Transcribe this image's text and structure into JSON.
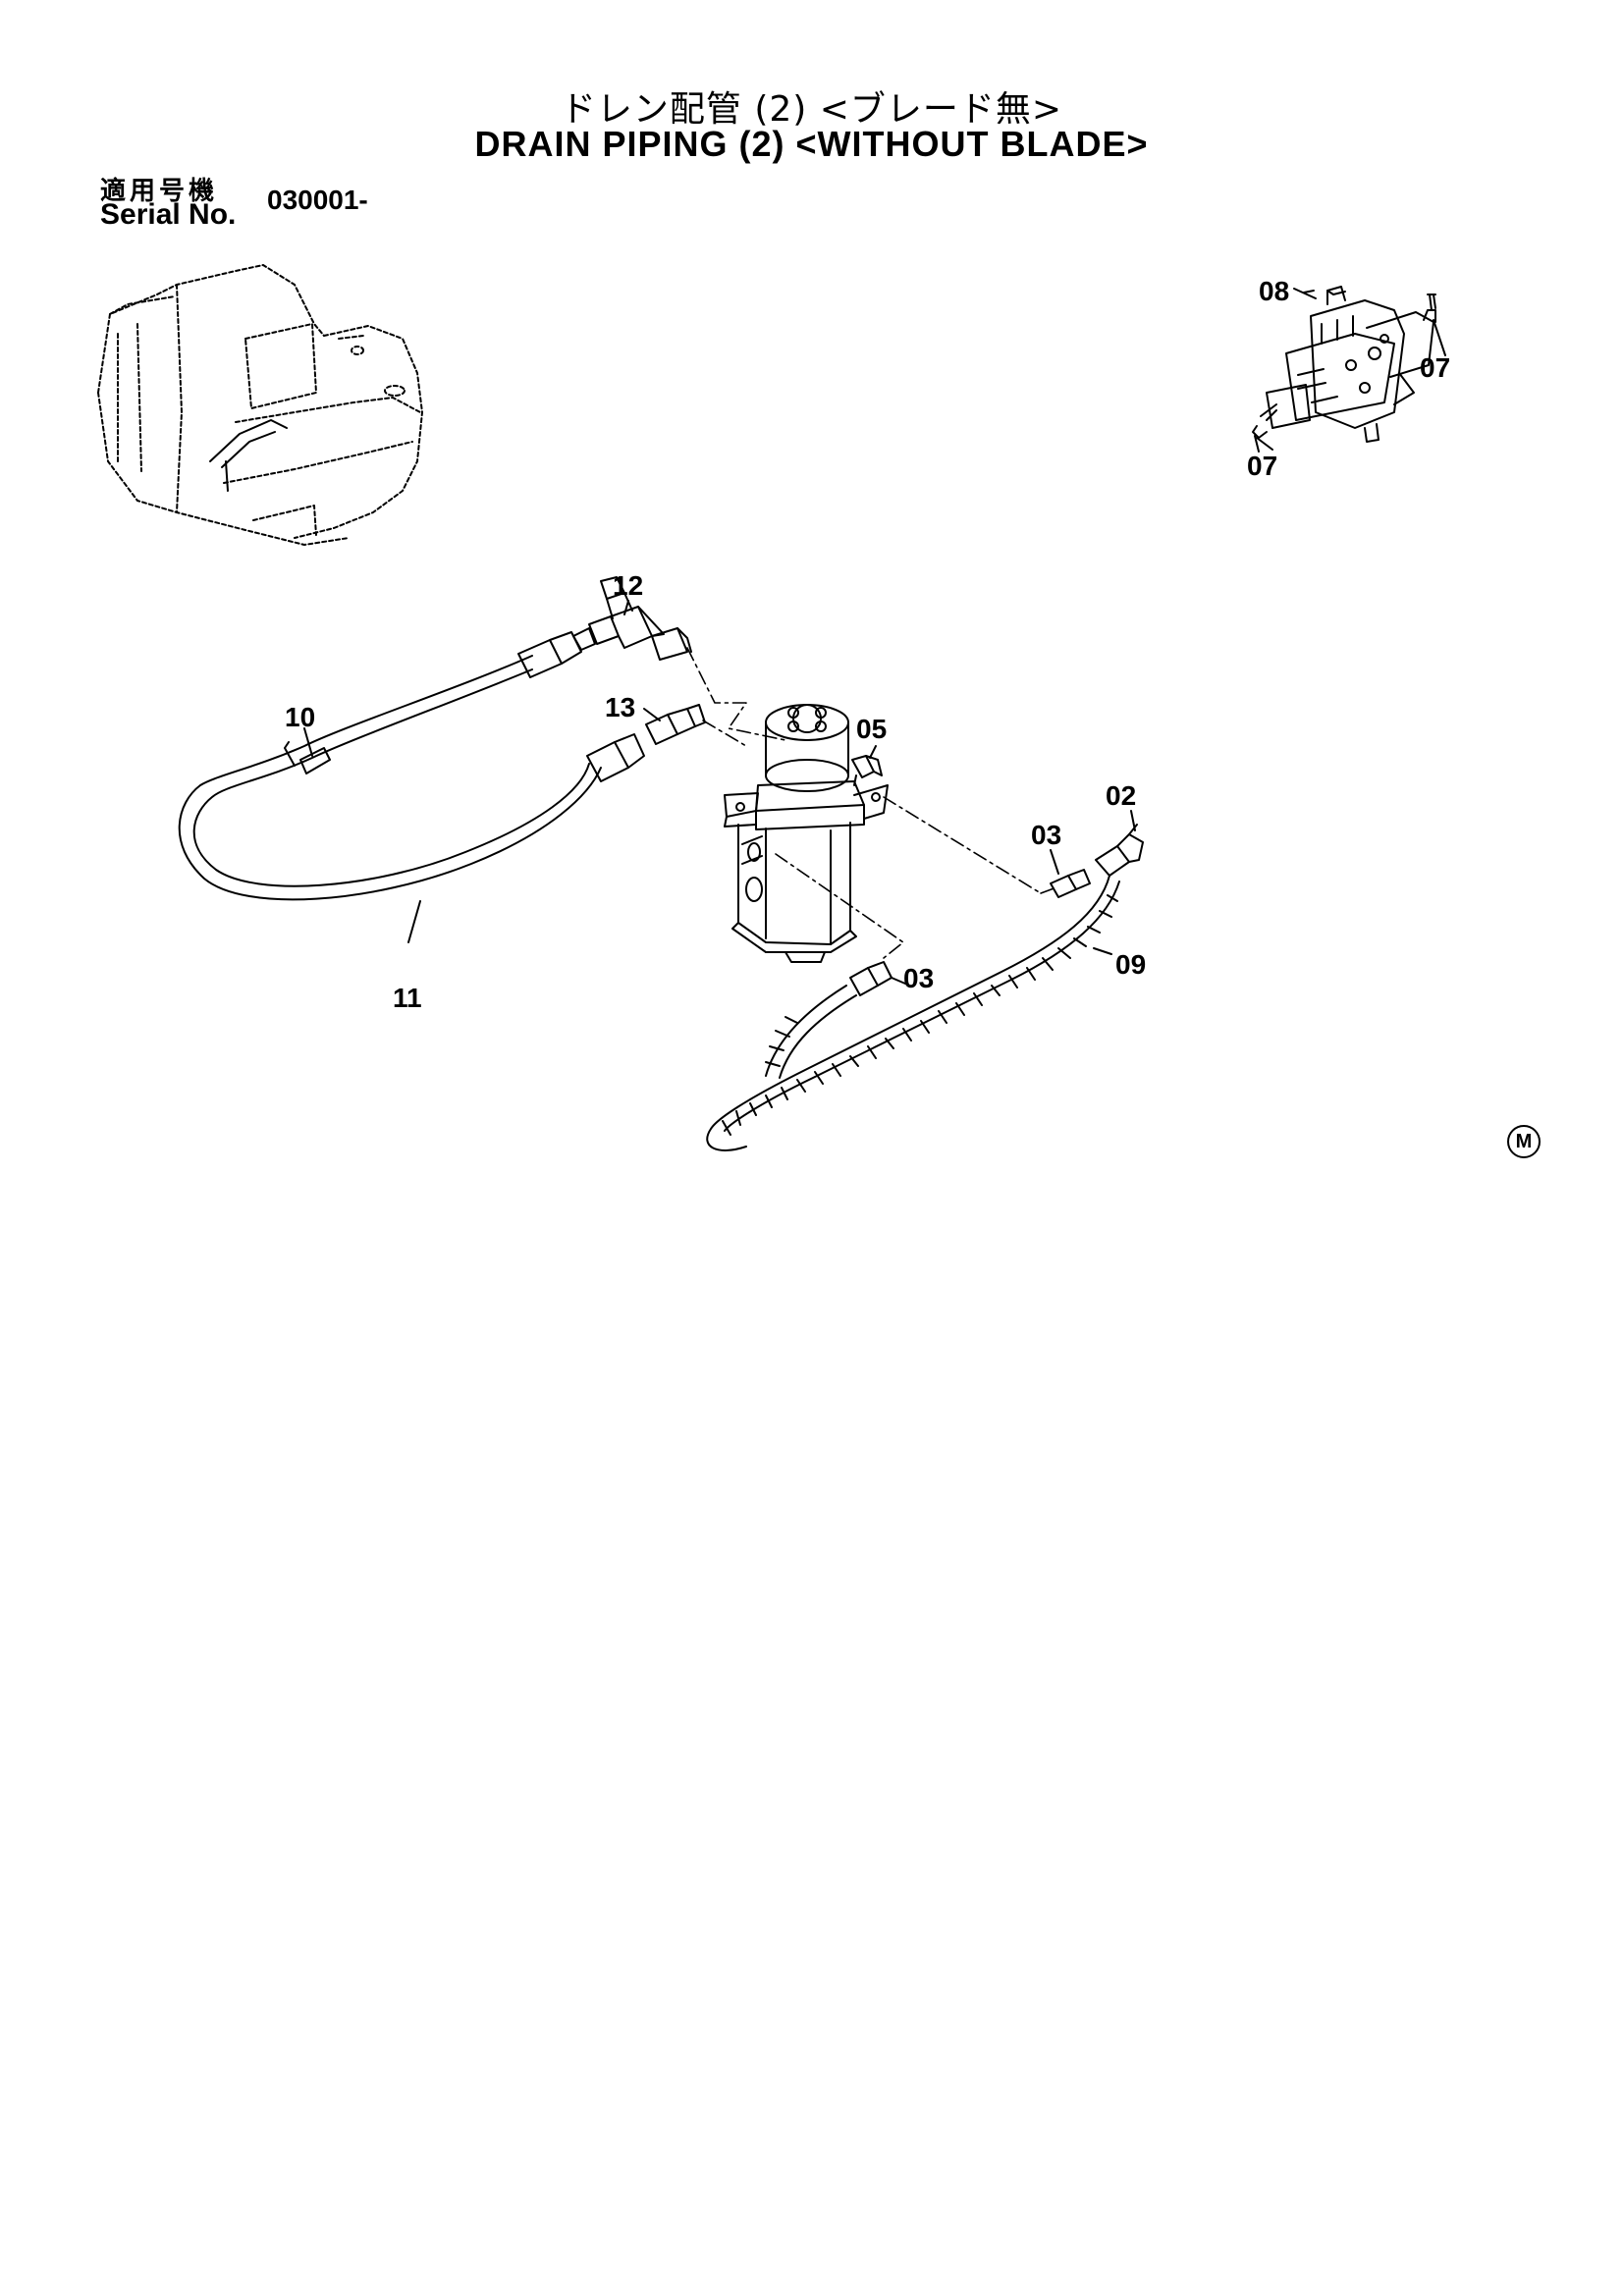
{
  "header": {
    "title_jp": "ドレン配管 (2) <ブレード無>",
    "title_en": "DRAIN PIPING (2) <WITHOUT BLADE>"
  },
  "serial": {
    "label_jp": "適用号機",
    "label_en": "Serial No.",
    "value": "030001-"
  },
  "callouts": {
    "c08": "08",
    "c07_right": "07",
    "c07_bottom": "07",
    "c12": "12",
    "c10": "10",
    "c13": "13",
    "c05": "05",
    "c02": "02",
    "c03_upper": "03",
    "c03_lower": "03",
    "c09": "09",
    "c11": "11"
  },
  "corner_mark": "M"
}
